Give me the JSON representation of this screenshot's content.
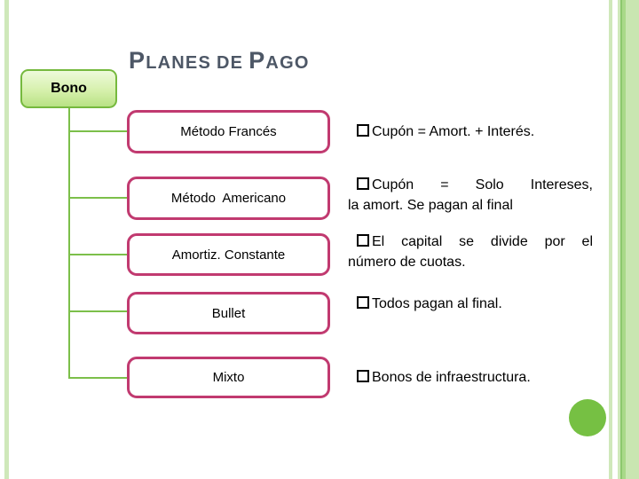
{
  "slide": {
    "title": {
      "word1_initial": "P",
      "word1_rest": "LANES",
      "connector": "DE",
      "word2_initial": "P",
      "word2_rest": "AGO"
    },
    "root_label": "Bono",
    "nodes": [
      {
        "label": "Método Francés",
        "note_lines": [
          "Cupón = Amort. + Interés."
        ]
      },
      {
        "label": "Método  Americano",
        "note_lines": [
          "Cupón = Solo Intereses,",
          "la amort. Se pagan al final"
        ]
      },
      {
        "label": "Amortiz. Constante",
        "note_lines": [
          "El capital se divide por el",
          "número de cuotas."
        ]
      },
      {
        "label": "Bullet",
        "note_lines": [
          "Todos pagan al final."
        ]
      },
      {
        "label": "Mixto",
        "note_lines": [
          "Bonos de infraestructura."
        ]
      }
    ],
    "colors": {
      "title_text": "#4d5766",
      "node_border_pink": "#c13a70",
      "connector_green": "#7cbf4a",
      "root_border_green": "#76b93e",
      "root_fill_top": "#eefadb",
      "root_fill_bottom": "#b8e284",
      "circle_green": "#76c043",
      "stripe_light_green": "#cfe8ba"
    }
  }
}
